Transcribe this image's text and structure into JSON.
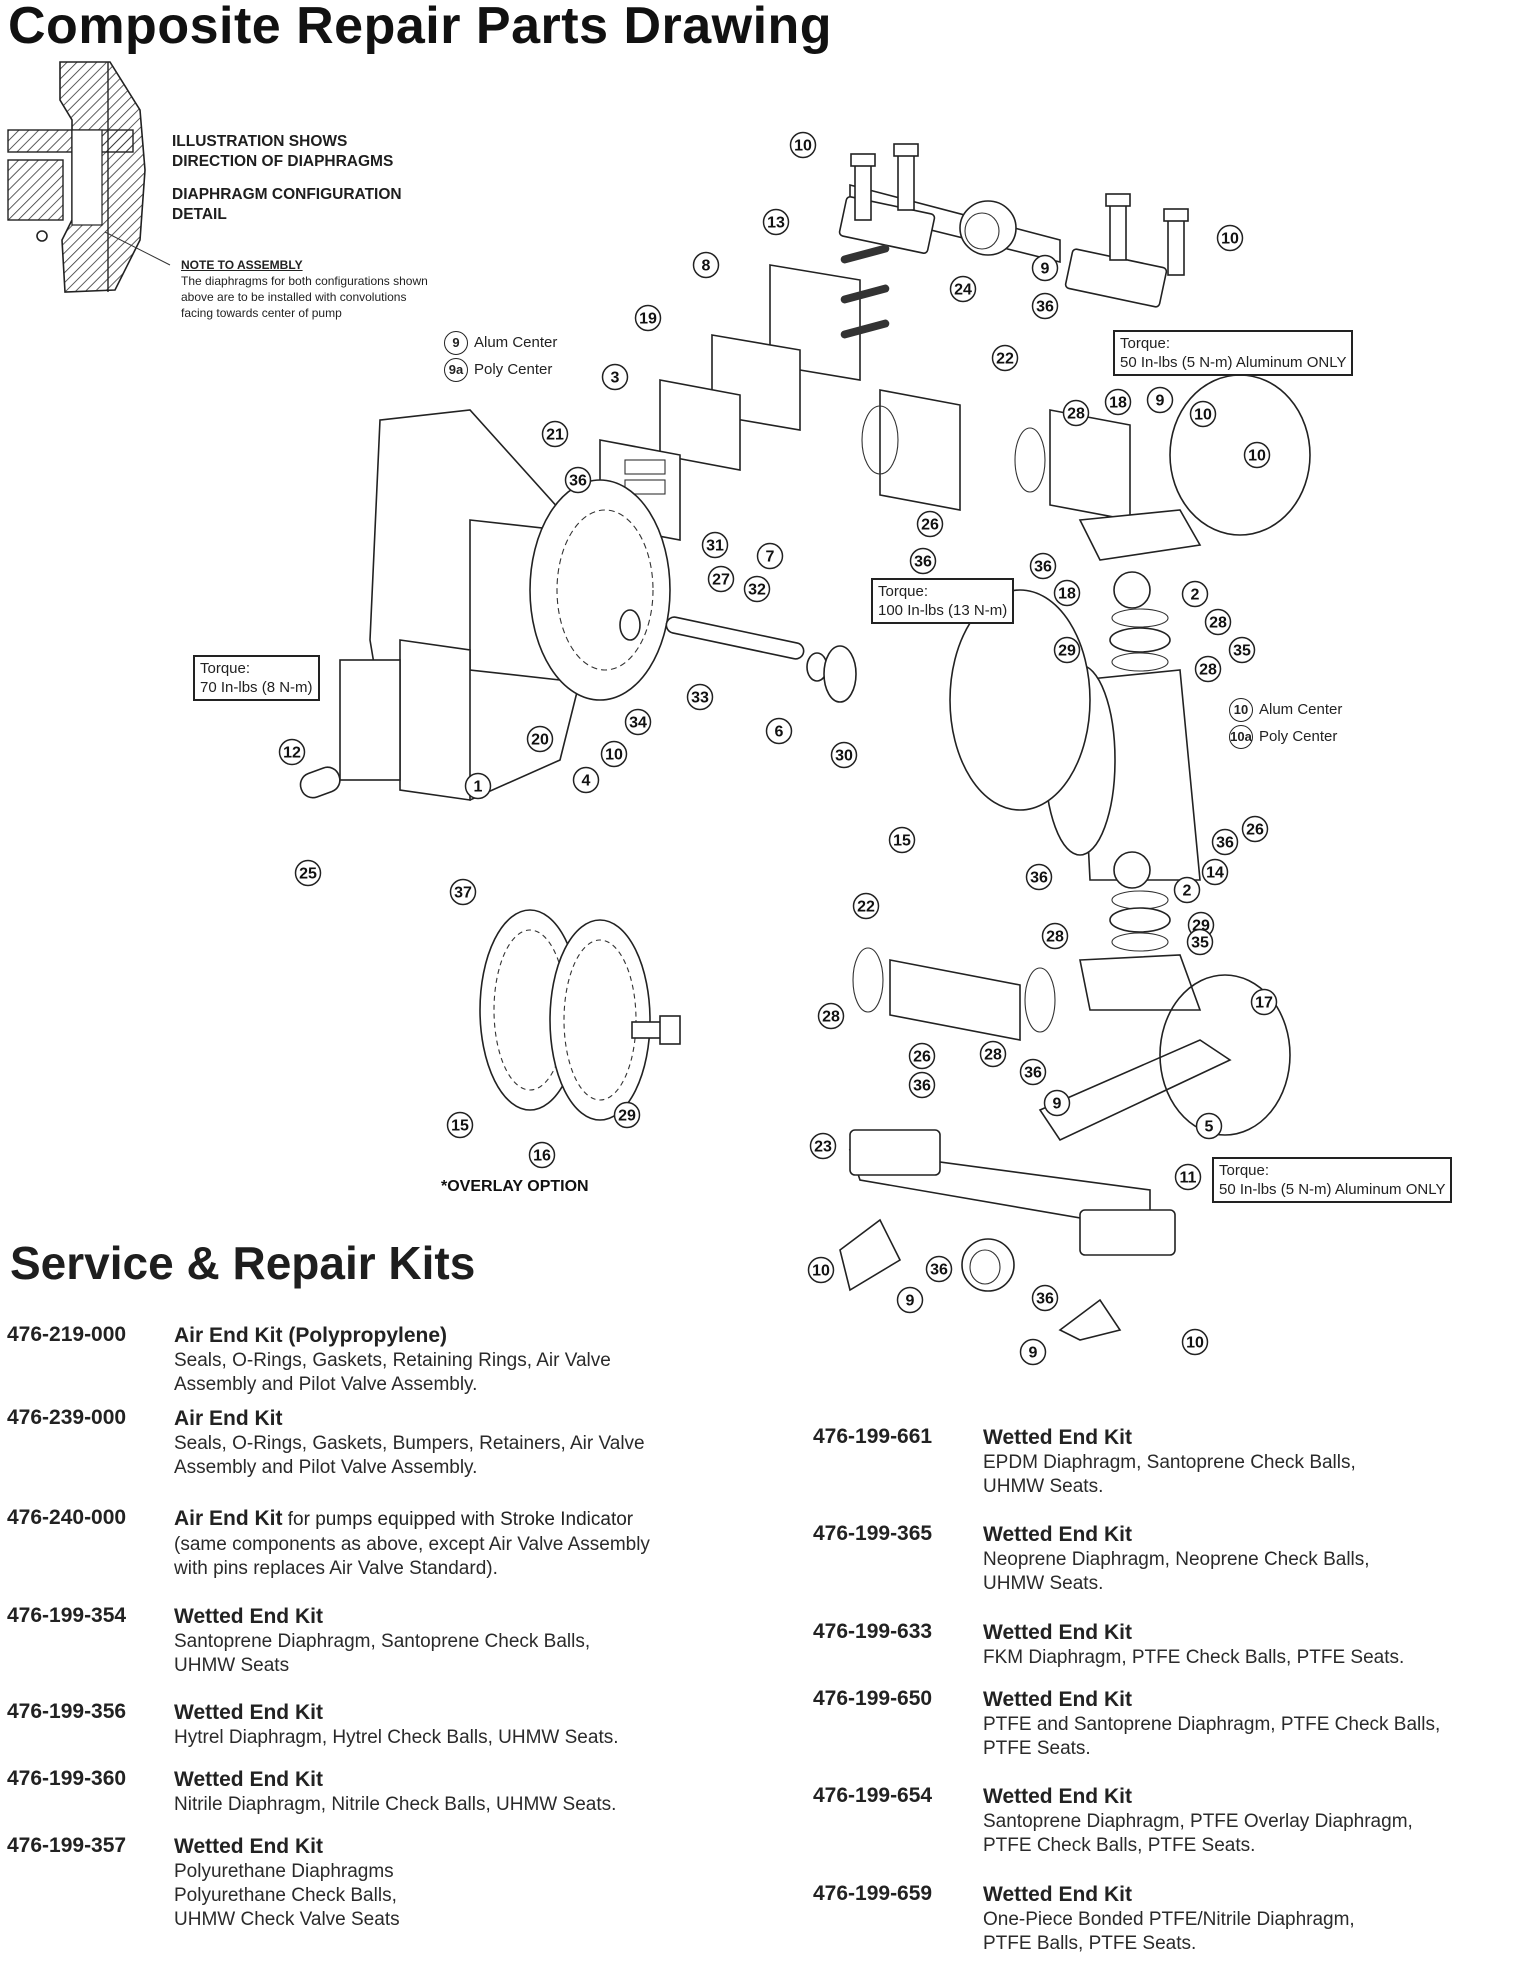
{
  "page": {
    "title": "Composite Repair Parts Drawing",
    "section_title": "Service & Repair Kits"
  },
  "diagram": {
    "detail_heading": [
      "ILLUSTRATION SHOWS",
      "DIRECTION OF DIAPHRAGMS",
      "DIAPHRAGM CONFIGURATION",
      "DETAIL"
    ],
    "note": {
      "heading": "NOTE TO ASSEMBLY",
      "lines": [
        "The diaphragms for both configurations shown",
        "above are to be installed with convolutions",
        "facing towards center of pump"
      ]
    },
    "legend_9": [
      {
        "number": "9",
        "label": "Alum Center"
      },
      {
        "number": "9a",
        "label": "Poly Center"
      }
    ],
    "legend_10": [
      {
        "number": "10",
        "label": "Alum Center"
      },
      {
        "number": "10a",
        "label": "Poly Center"
      }
    ],
    "torque_boxes": [
      {
        "heading": "Torque:",
        "value": "50 In-lbs (5 N-m) Aluminum ONLY"
      },
      {
        "heading": "Torque:",
        "value": "70 In-lbs (8 N-m)"
      },
      {
        "heading": "Torque:",
        "value": "100 In-lbs (13 N-m)"
      },
      {
        "heading": "Torque:",
        "value": "50 In-lbs (5 N-m) Aluminum ONLY"
      }
    ],
    "overlay_label": "*OVERLAY OPTION",
    "callouts": [
      "10",
      "10",
      "13",
      "8",
      "24",
      "9",
      "36",
      "19",
      "22",
      "28",
      "18",
      "9",
      "10",
      "10",
      "3",
      "21",
      "36",
      "31",
      "7",
      "27",
      "32",
      "26",
      "36",
      "36",
      "18",
      "2",
      "28",
      "35",
      "28",
      "29",
      "33",
      "6",
      "30",
      "12",
      "1",
      "20",
      "4",
      "10",
      "34",
      "25",
      "37",
      "15",
      "14",
      "26",
      "36",
      "36",
      "2",
      "29",
      "35",
      "22",
      "28",
      "17",
      "28",
      "26",
      "28",
      "36",
      "36",
      "9",
      "5",
      "11",
      "15",
      "16",
      "29",
      "23",
      "10",
      "36",
      "9",
      "36",
      "9",
      "10"
    ]
  },
  "kits_left": [
    {
      "part_number": "476-219-000",
      "name": "Air End Kit (Polypropylene)",
      "name_tail": "",
      "lines": [
        "Seals, O-Rings, Gaskets, Retaining Rings, Air Valve",
        "Assembly  and Pilot Valve Assembly."
      ]
    },
    {
      "part_number": "476-239-000",
      "name": "Air End Kit",
      "name_tail": "",
      "lines": [
        "Seals, O-Rings, Gaskets, Bumpers, Retainers, Air Valve",
        "Assembly and Pilot Valve Assembly."
      ]
    },
    {
      "part_number": "476-240-000",
      "name": "Air End Kit",
      "name_tail": " for pumps equipped with Stroke Indicator",
      "lines": [
        "(same components as above, except Air Valve Assembly",
        "with pins replaces Air Valve Standard)."
      ]
    },
    {
      "part_number": "476-199-354",
      "name": "Wetted End Kit",
      "name_tail": "",
      "lines": [
        "Santoprene Diaphragm, Santoprene Check Balls,",
        "UHMW Seats"
      ]
    },
    {
      "part_number": "476-199-356",
      "name": "Wetted End Kit",
      "name_tail": "",
      "lines": [
        "Hytrel Diaphragm, Hytrel Check Balls, UHMW Seats."
      ]
    },
    {
      "part_number": "476-199-360",
      "name": "Wetted End Kit",
      "name_tail": "",
      "lines": [
        "Nitrile Diaphragm, Nitrile Check Balls, UHMW Seats."
      ]
    },
    {
      "part_number": "476-199-357",
      "name": "Wetted End Kit",
      "name_tail": "",
      "lines": [
        "Polyurethane Diaphragms",
        "Polyurethane Check Balls,",
        "UHMW Check Valve Seats"
      ]
    }
  ],
  "kits_right": [
    {
      "part_number": "476-199-661",
      "name": "Wetted End Kit",
      "lines": [
        "EPDM Diaphragm, Santoprene Check Balls,",
        "UHMW Seats."
      ]
    },
    {
      "part_number": "476-199-365",
      "name": "Wetted End Kit",
      "lines": [
        "Neoprene Diaphragm, Neoprene Check Balls,",
        "UHMW Seats."
      ]
    },
    {
      "part_number": "476-199-633",
      "name": "Wetted End Kit",
      "lines": [
        "FKM Diaphragm, PTFE Check Balls, PTFE Seats."
      ]
    },
    {
      "part_number": "476-199-650",
      "name": "Wetted End Kit",
      "lines": [
        "PTFE and Santoprene Diaphragm, PTFE Check Balls,",
        "PTFE Seats."
      ]
    },
    {
      "part_number": "476-199-654",
      "name": "Wetted End Kit",
      "lines": [
        "Santoprene Diaphragm, PTFE Overlay Diaphragm,",
        "PTFE Check Balls, PTFE Seats."
      ]
    },
    {
      "part_number": "476-199-659",
      "name": "Wetted End Kit",
      "lines": [
        "One-Piece Bonded PTFE/Nitrile Diaphragm,",
        "PTFE Balls, PTFE Seats."
      ]
    }
  ]
}
